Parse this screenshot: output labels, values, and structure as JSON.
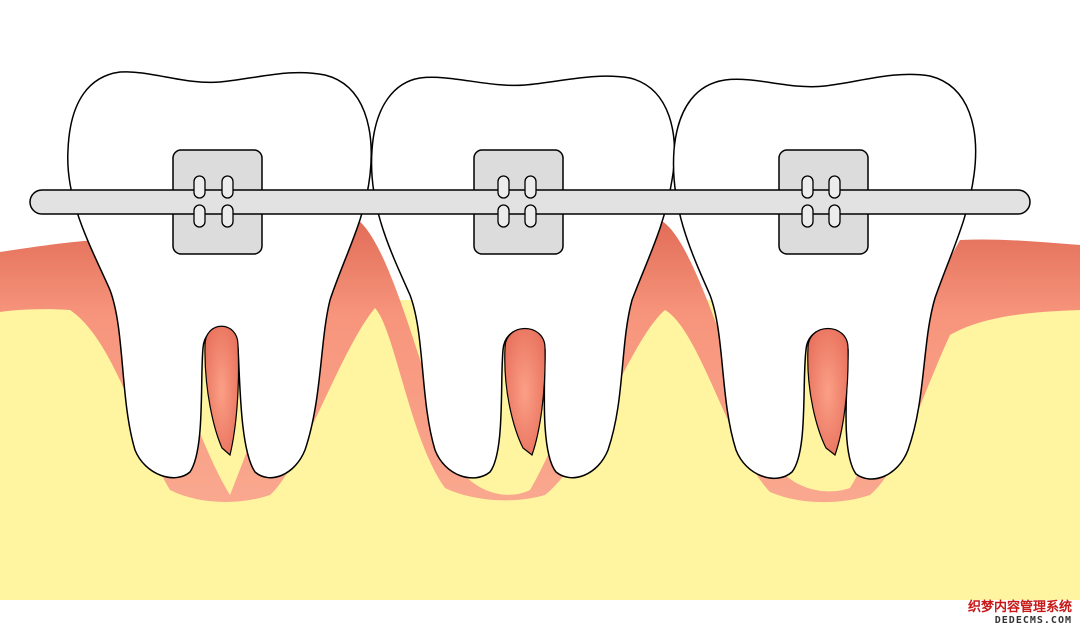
{
  "illustration": {
    "subject": "teeth-with-braces",
    "tooth_count": 3,
    "bracket_count": 3
  },
  "colors": {
    "background": "#ffffff",
    "bone": "#fff5a0",
    "gum": "#f59a80",
    "gum_dark": "#e06a55",
    "tooth": "#ffffff",
    "outline": "#000000",
    "bracket": "#dcdcdc",
    "wire": "#e2e2e2",
    "watermark_cn": "#c81818",
    "watermark_en": "#333333"
  },
  "watermark": {
    "line1": "织梦内容管理系统",
    "line2": "DEDECMS.COM"
  }
}
